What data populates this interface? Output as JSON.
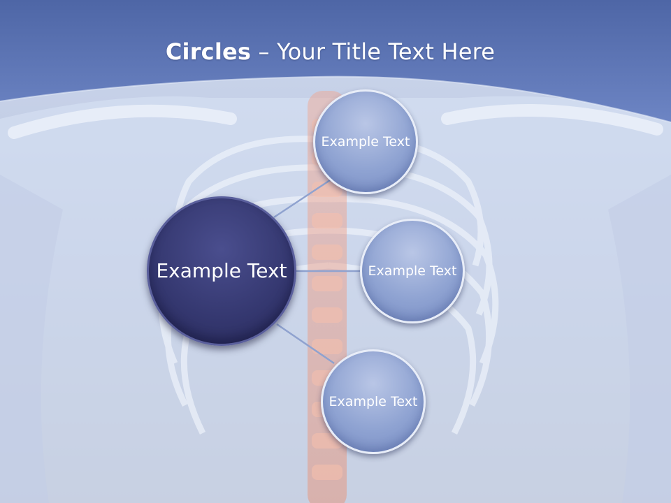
{
  "title": {
    "bold": "Circles",
    "rest": " – Your Title Text Here"
  },
  "hub": {
    "label": "Example Text"
  },
  "nodes": [
    {
      "label": "Example Text"
    },
    {
      "label": "Example Text"
    },
    {
      "label": "Example Text"
    }
  ],
  "colors": {
    "header_band": "#5b74b4",
    "hub_fill": "#34376f",
    "node_fill": "#8fa3d2",
    "connector": "#8fa2cf",
    "background": "#b8c0d8"
  }
}
